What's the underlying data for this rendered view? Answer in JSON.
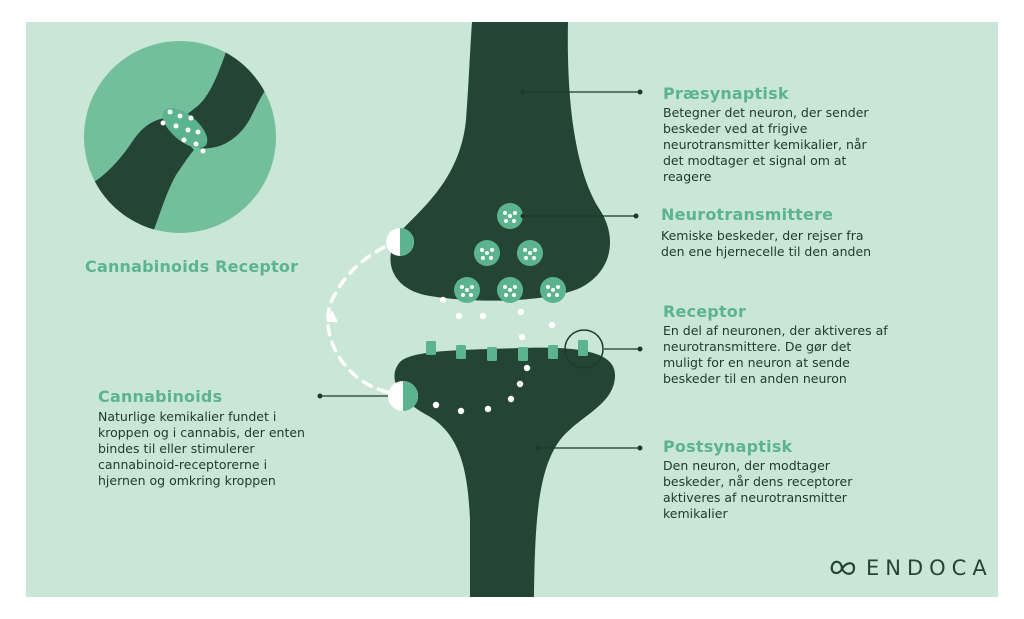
{
  "colors": {
    "background": "#c9e6d7",
    "neuron": "#244536",
    "accent": "#5cb48f",
    "text": "#1d3b2c"
  },
  "inset": {
    "label": "Cannabinoids Receptor"
  },
  "annotations": {
    "presynaptic": {
      "title": "Præsynaptisk",
      "lines": [
        "Betegner det neuron, der sender",
        "beskeder ved at frigive",
        "neurotransmitter kemikalier, når",
        "det modtager et signal om at",
        "reagere"
      ]
    },
    "neurotransmitters": {
      "title": "Neurotransmittere",
      "lines": [
        "Kemiske beskeder, der rejser fra",
        "den ene hjernecelle til den anden"
      ]
    },
    "receptor": {
      "title": "Receptor",
      "lines": [
        "En del af neuronen, der aktiveres af",
        "neurotransmittere. De gør det",
        "muligt for en neuron at sende",
        "beskeder til en anden neuron"
      ]
    },
    "postsynaptic": {
      "title": "Postsynaptisk",
      "lines": [
        "Den neuron, der modtager",
        "beskeder, når dens receptorer",
        "aktiveres af neurotransmitter",
        "kemikalier"
      ]
    },
    "cannabinoids": {
      "title": "Cannabinoids",
      "lines": [
        "Naturlige kemikalier fundet i",
        "kroppen og i cannabis, der enten",
        "bindes til eller stimulerer",
        "cannabinoid-receptorerne i",
        "hjernen og omkring kroppen"
      ]
    }
  },
  "logo": {
    "wordmark": "ENDOCA",
    "icon": "endoca-loop-icon"
  }
}
